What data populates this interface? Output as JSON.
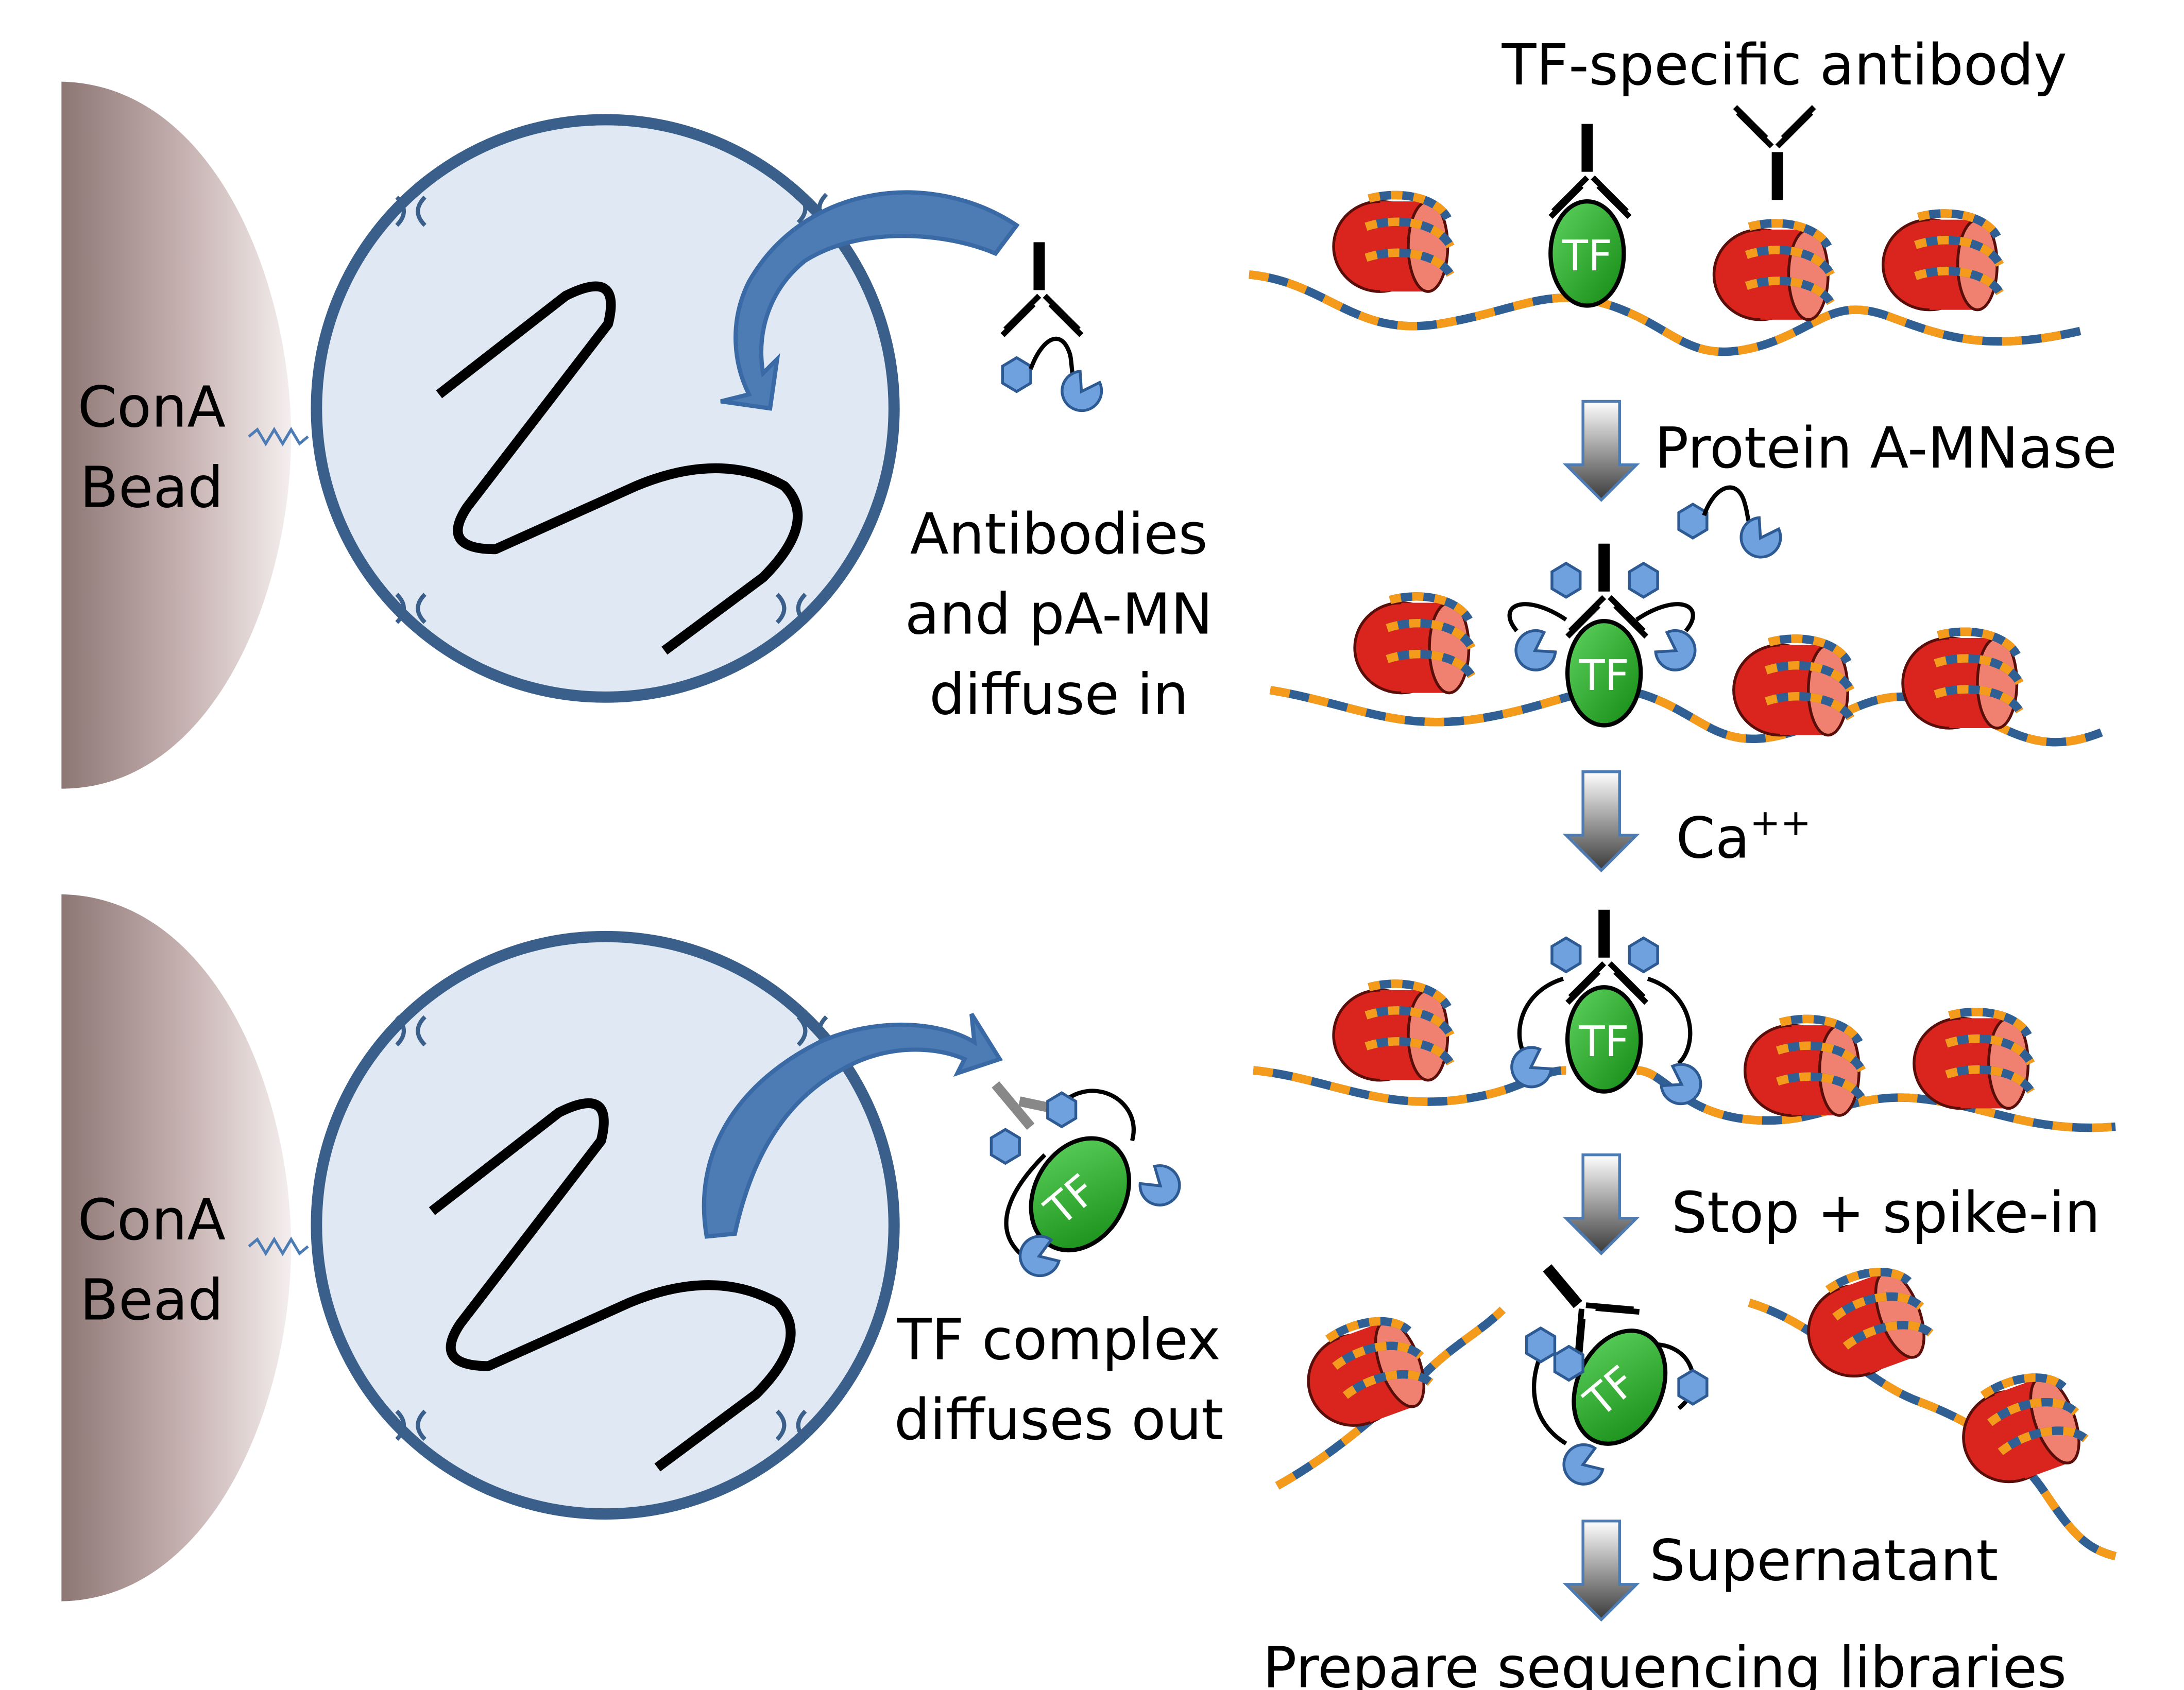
{
  "bead": {
    "label_line1": "ConA",
    "label_line2": "Bead"
  },
  "left": {
    "top_caption": [
      "Antibodies",
      "and pA-MN",
      "diffuse in"
    ],
    "bottom_caption": [
      "TF complex",
      "diffuses out"
    ]
  },
  "right": {
    "antibody_label": "TF-specific antibody",
    "tf_label": "TF",
    "steps": {
      "step1": "Protein A-MNase",
      "step2_base": "Ca",
      "step2_sup": "++",
      "step3": "Stop + spike-in",
      "step4": "Supernatant",
      "final": "Prepare sequencing libraries"
    }
  },
  "colors": {
    "bead": "#b79f9e",
    "nucleus_fill": "#dfe8f3",
    "nucleus_stroke": "#3a5f8a",
    "arrow": "#4d7cb5",
    "dna_blue": "#2f5f93",
    "dna_orange": "#f59b1b",
    "histone": "#d9251d",
    "tf_green": "#1faa1f",
    "proteinA": "#6fa1de"
  }
}
